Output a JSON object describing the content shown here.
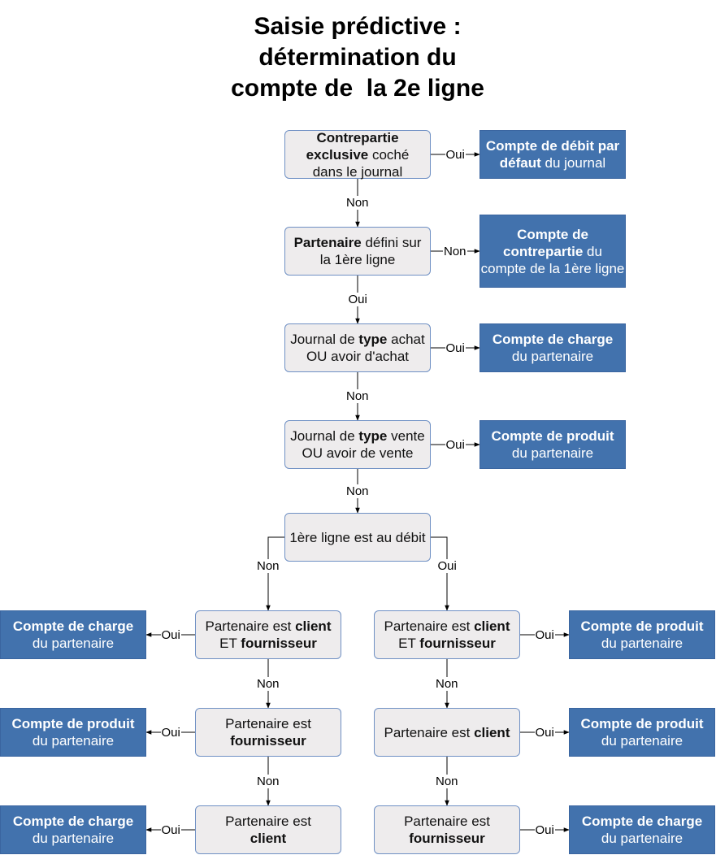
{
  "title": {
    "line1": "Saisie prédictive :",
    "line2": "détermination du",
    "line3": "compte de  la 2e ligne"
  },
  "nodes": {
    "q1": {
      "l1": [
        {
          "t": "Contrepartie",
          "b": true
        }
      ],
      "l2": [
        {
          "t": "exclusive",
          "b": true
        },
        {
          "t": " coché",
          "b": false
        }
      ],
      "l3": [
        {
          "t": "dans le journal",
          "b": false
        }
      ]
    },
    "r1": {
      "l1": [
        {
          "t": "Compte de débit par",
          "b": true
        }
      ],
      "l2": [
        {
          "t": "défaut",
          "b": true
        },
        {
          "t": " du journal",
          "b": false
        }
      ]
    },
    "q2": {
      "l1": [
        {
          "t": "Partenaire",
          "b": true
        },
        {
          "t": " défini sur",
          "b": false
        }
      ],
      "l2": [
        {
          "t": "la 1ère ligne",
          "b": false
        }
      ]
    },
    "r2": {
      "l1": [
        {
          "t": "Compte de",
          "b": true
        }
      ],
      "l2": [
        {
          "t": "contrepartie",
          "b": true
        },
        {
          "t": " du",
          "b": false
        }
      ],
      "l3": [
        {
          "t": "compte de la 1ère ligne",
          "b": false
        }
      ]
    },
    "q3": {
      "l1": [
        {
          "t": "Journal de ",
          "b": false
        },
        {
          "t": "type",
          "b": true
        },
        {
          "t": " achat",
          "b": false
        }
      ],
      "l2": [
        {
          "t": "OU avoir d'achat",
          "b": false
        }
      ]
    },
    "r3": {
      "l1": [
        {
          "t": "Compte de charge",
          "b": true
        }
      ],
      "l2": [
        {
          "t": "du partenaire",
          "b": false
        }
      ]
    },
    "q4": {
      "l1": [
        {
          "t": "Journal de ",
          "b": false
        },
        {
          "t": "type",
          "b": true
        },
        {
          "t": " vente",
          "b": false
        }
      ],
      "l2": [
        {
          "t": "OU avoir de vente",
          "b": false
        }
      ]
    },
    "r4": {
      "l1": [
        {
          "t": "Compte de produit",
          "b": true
        }
      ],
      "l2": [
        {
          "t": "du partenaire",
          "b": false
        }
      ]
    },
    "q5": {
      "l1": [
        {
          "t": "1ère ligne est au débit",
          "b": false
        }
      ]
    },
    "qL1": {
      "l1": [
        {
          "t": "Partenaire est ",
          "b": false
        },
        {
          "t": "client",
          "b": true
        }
      ],
      "l2": [
        {
          "t": "ET ",
          "b": false
        },
        {
          "t": "fournisseur",
          "b": true
        }
      ]
    },
    "rL1": {
      "l1": [
        {
          "t": "Compte de charge",
          "b": true
        }
      ],
      "l2": [
        {
          "t": "du partenaire",
          "b": false
        }
      ]
    },
    "qR1": {
      "l1": [
        {
          "t": "Partenaire est ",
          "b": false
        },
        {
          "t": "client",
          "b": true
        }
      ],
      "l2": [
        {
          "t": "ET ",
          "b": false
        },
        {
          "t": "fournisseur",
          "b": true
        }
      ]
    },
    "rR1": {
      "l1": [
        {
          "t": "Compte de produit",
          "b": true
        }
      ],
      "l2": [
        {
          "t": "du partenaire",
          "b": false
        }
      ]
    },
    "qL2": {
      "l1": [
        {
          "t": "Partenaire est",
          "b": false
        }
      ],
      "l2": [
        {
          "t": "fournisseur",
          "b": true
        }
      ]
    },
    "rL2": {
      "l1": [
        {
          "t": "Compte de produit",
          "b": true
        }
      ],
      "l2": [
        {
          "t": "du partenaire",
          "b": false
        }
      ]
    },
    "qR2": {
      "l1": [
        {
          "t": "Partenaire est ",
          "b": false
        },
        {
          "t": "client",
          "b": true
        }
      ]
    },
    "rR2": {
      "l1": [
        {
          "t": "Compte de produit",
          "b": true
        }
      ],
      "l2": [
        {
          "t": "du partenaire",
          "b": false
        }
      ]
    },
    "qL3": {
      "l1": [
        {
          "t": "Partenaire est",
          "b": false
        }
      ],
      "l2": [
        {
          "t": "client",
          "b": true
        }
      ]
    },
    "rL3": {
      "l1": [
        {
          "t": "Compte de charge",
          "b": true
        }
      ],
      "l2": [
        {
          "t": "du partenaire",
          "b": false
        }
      ]
    },
    "qR3": {
      "l1": [
        {
          "t": "Partenaire est",
          "b": false
        }
      ],
      "l2": [
        {
          "t": "fournisseur",
          "b": true
        }
      ]
    },
    "rR3": {
      "l1": [
        {
          "t": "Compte de charge",
          "b": true
        }
      ],
      "l2": [
        {
          "t": "du partenaire",
          "b": false
        }
      ]
    }
  },
  "edge_labels": {
    "q1_r1": "Oui",
    "q1_q2": "Non",
    "q2_r2": "Non",
    "q2_q3": "Oui",
    "q3_r3": "Oui",
    "q3_q4": "Non",
    "q4_r4": "Oui",
    "q4_q5": "Non",
    "q5_qL1": "Non",
    "q5_qR1": "Oui",
    "qL1_rL1": "Oui",
    "qL1_qL2": "Non",
    "qR1_rR1": "Oui",
    "qR1_qR2": "Non",
    "qL2_rL2": "Oui",
    "qL2_qL3": "Non",
    "qR2_rR2": "Oui",
    "qR2_qR3": "Non",
    "qL3_rL3": "Oui",
    "qR3_rR3": "Oui"
  },
  "colors": {
    "decision_fill": "#eeeced",
    "decision_border": "#6f90c4",
    "result_fill": "#4272ad",
    "result_text": "#ffffff",
    "edge": "#000000"
  }
}
